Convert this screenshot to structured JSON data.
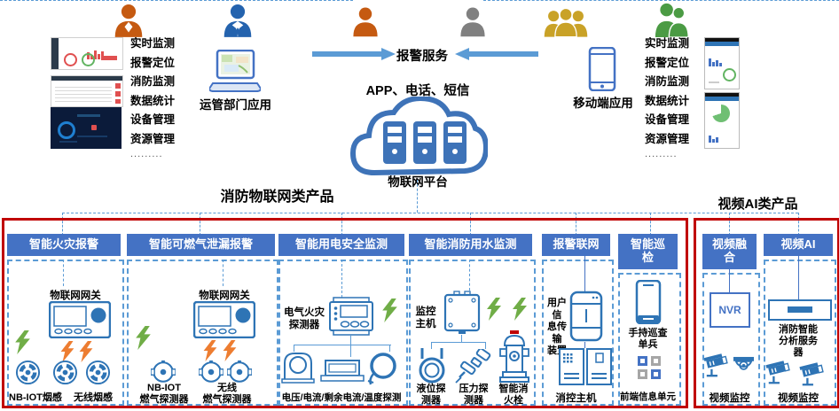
{
  "colors": {
    "header_blue": "#4472C4",
    "line_blue": "#5B9BD5",
    "device_blue": "#2E74B5",
    "red_border": "#C00000",
    "green_bolt": "#70AD47",
    "orange_bolt": "#ED7D31"
  },
  "top": {
    "features": [
      "实时监测",
      "报警定位",
      "消防监测",
      "数据统计",
      "设备管理",
      "资源管理"
    ],
    "ellipsis": ".........",
    "ops_app_label": "运管部门应用",
    "mobile_app_label": "移动端应用",
    "alarm_service_label": "报警服务",
    "channels_label": "APP、电话、短信",
    "platform_label": "物联网平台"
  },
  "groups": {
    "fire_iot_title": "消防物联网类产品",
    "video_ai_title": "视频AI类产品"
  },
  "columns": [
    {
      "header": "智能火灾报警",
      "gateway_label": "物联网网关",
      "label_left": "NB-IOT烟感",
      "label_right": "无线烟感"
    },
    {
      "header": "智能可燃气泄漏报警",
      "gateway_label": "物联网网关",
      "label_left": "NB-IOT\n燃气探测器",
      "label_right": "无线\n燃气探测器"
    },
    {
      "header": "智能用电安全监测",
      "device_label": "电气火灾\n探测器",
      "bottom_label": "电压/电流/剩余电流/温度探测"
    },
    {
      "header": "智能消防用水监测",
      "device_label": "监控\n主机",
      "item1": "液位探\n测器",
      "item2": "压力探\n测器",
      "item3": "智能消\n火栓"
    },
    {
      "header": "报警联网",
      "device_label": "用户信\n息传输\n装置",
      "bottom_label": "消控主机"
    },
    {
      "header": "智能巡\n检",
      "device_label": "手持巡查\n单兵",
      "bottom_label": "前端信息单元"
    },
    {
      "header": "视频融\n合",
      "device_label": "NVR",
      "bottom_label": "视频监控"
    },
    {
      "header": "视频AI",
      "device_label": "消防智能\n分析服务\n器",
      "bottom_label": "视频监控"
    }
  ]
}
